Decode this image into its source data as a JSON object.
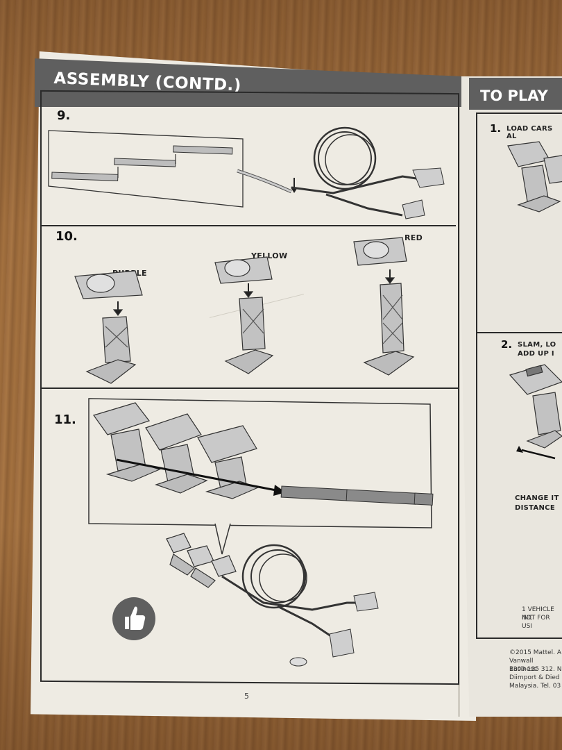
{
  "header": {
    "title": "ASSEMBLY (CONTD.)"
  },
  "right_panel": {
    "title": "TO PLAY",
    "step1": {
      "number": "1.",
      "text": "LOAD CARS AL"
    },
    "step2": {
      "number": "2.",
      "line1": "SLAM, LO",
      "line2": "ADD UP I"
    },
    "change_text": {
      "line1": "CHANGE IT",
      "line2": "DISTANCE"
    },
    "vehicle_note": {
      "line1": "1 VEHICLE INC",
      "line2": "NOT FOR USI"
    },
    "copyright": {
      "line1": "©2015 Mattel. A",
      "line2": "Vanwall Business",
      "line3": "1300 135 312. N",
      "line4": "Diimport & Died",
      "line5": "Malaysia. Tel. 03"
    }
  },
  "steps": [
    {
      "number": "9."
    },
    {
      "number": "10.",
      "labels": {
        "purple": "PURPLE",
        "yellow": "YELLOW",
        "red": "RED"
      }
    },
    {
      "number": "11."
    }
  ],
  "page_number": "5",
  "icons": {
    "thumbs_up": "thumbs-up-icon"
  }
}
